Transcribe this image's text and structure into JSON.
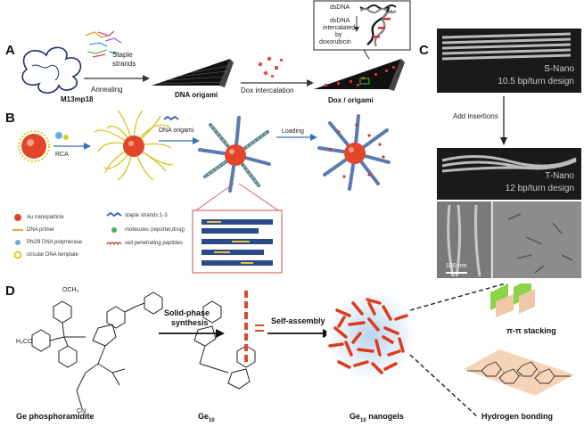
{
  "panelA": {
    "letter": "A",
    "m13": "M13mp18",
    "staple": "Staple\nstrands",
    "staple1": "Staple",
    "staple2": "strands",
    "annealing": "Annealing",
    "origami": "DNA origami",
    "dox_int": "Dox intercalation",
    "dox_origami": "Dox / origami",
    "inset_dsdna": "dsDNA",
    "inset_l1": "dsDNA",
    "inset_l2": "intercalated",
    "inset_l3": "by",
    "inset_l4": "doxorubicin"
  },
  "panelB": {
    "letter": "B",
    "rca": "RCA",
    "dna_origami": "DNA origami",
    "loading": "Loading",
    "legend": [
      {
        "text": "Au nanoparticle",
        "color": "#e2452a"
      },
      {
        "text": "DNA primer",
        "color": "#e8a840"
      },
      {
        "text": "Phi29 DNA polymerase",
        "color": "#6aaee0"
      },
      {
        "text": "circular DNA template",
        "color": "#d9d020"
      },
      {
        "text": "staple strands:1-3",
        "color": "#3a6ab8"
      },
      {
        "text": "molecules  (reporter,drug)",
        "color": "#3cb44a"
      },
      {
        "text": "cell penetrating peptides",
        "color": "#c0392b"
      }
    ]
  },
  "panelC": {
    "letter": "C",
    "s_name": "S-Nano",
    "s_design": "10.5 bp/turn design",
    "add": "Add insertions",
    "t_name": "T-Nano",
    "t_design": "12 bp/turn design",
    "scale": "100 nm"
  },
  "panelD": {
    "letter": "D",
    "och3_top": "OCH₃",
    "h3co": "H₃CO",
    "cn": "CN",
    "solid1": "Solid-phase",
    "solid2": "synthesis",
    "self": "Self-assembly",
    "ge_phos": "Ge phosphoramidite",
    "ge10": "Ge",
    "ge10_sub": "10",
    "ge10_nano": "Ge",
    "ge10_nano_sub": "10",
    "ge10_nano_tail": " nanogels",
    "pipi": "π-π stacking",
    "hbond": "Hydrogen bonding"
  }
}
